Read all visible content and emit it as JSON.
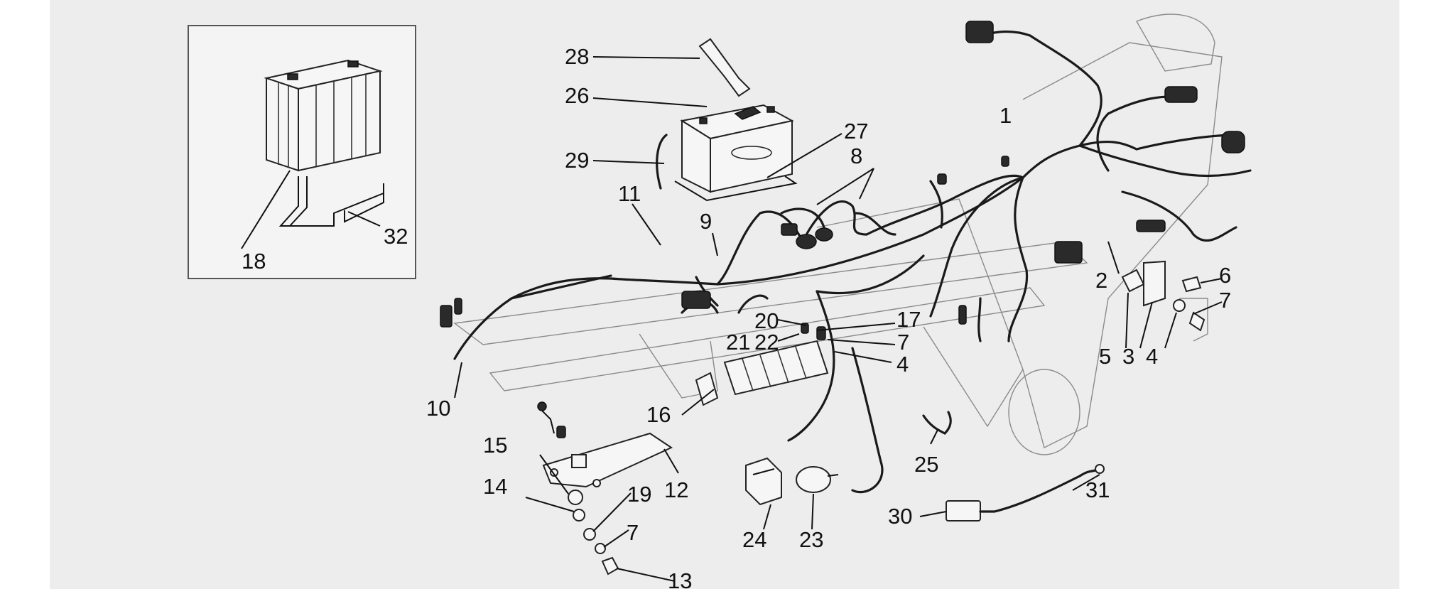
{
  "callouts": [
    {
      "id": "c1",
      "text": "1"
    },
    {
      "id": "c2",
      "text": "2"
    },
    {
      "id": "c3",
      "text": "3"
    },
    {
      "id": "c4a",
      "text": "4"
    },
    {
      "id": "c4b",
      "text": "4"
    },
    {
      "id": "c5",
      "text": "5"
    },
    {
      "id": "c6",
      "text": "6"
    },
    {
      "id": "c7a",
      "text": "7"
    },
    {
      "id": "c7b",
      "text": "7"
    },
    {
      "id": "c7c",
      "text": "7"
    },
    {
      "id": "c8",
      "text": "8"
    },
    {
      "id": "c9",
      "text": "9"
    },
    {
      "id": "c10",
      "text": "10"
    },
    {
      "id": "c11",
      "text": "11"
    },
    {
      "id": "c12",
      "text": "12"
    },
    {
      "id": "c13",
      "text": "13"
    },
    {
      "id": "c14",
      "text": "14"
    },
    {
      "id": "c15",
      "text": "15"
    },
    {
      "id": "c16",
      "text": "16"
    },
    {
      "id": "c17",
      "text": "17"
    },
    {
      "id": "c18",
      "text": "18"
    },
    {
      "id": "c19",
      "text": "19"
    },
    {
      "id": "c20",
      "text": "20"
    },
    {
      "id": "c21",
      "text": "21"
    },
    {
      "id": "c22",
      "text": "22"
    },
    {
      "id": "c23",
      "text": "23"
    },
    {
      "id": "c24",
      "text": "24"
    },
    {
      "id": "c25",
      "text": "25"
    },
    {
      "id": "c26",
      "text": "26"
    },
    {
      "id": "c27",
      "text": "27"
    },
    {
      "id": "c28",
      "text": "28"
    },
    {
      "id": "c29",
      "text": "29"
    },
    {
      "id": "c30",
      "text": "30"
    },
    {
      "id": "c31",
      "text": "31"
    },
    {
      "id": "c32",
      "text": "32"
    }
  ],
  "colors": {
    "background": "#ededed",
    "ink": "#111111"
  }
}
